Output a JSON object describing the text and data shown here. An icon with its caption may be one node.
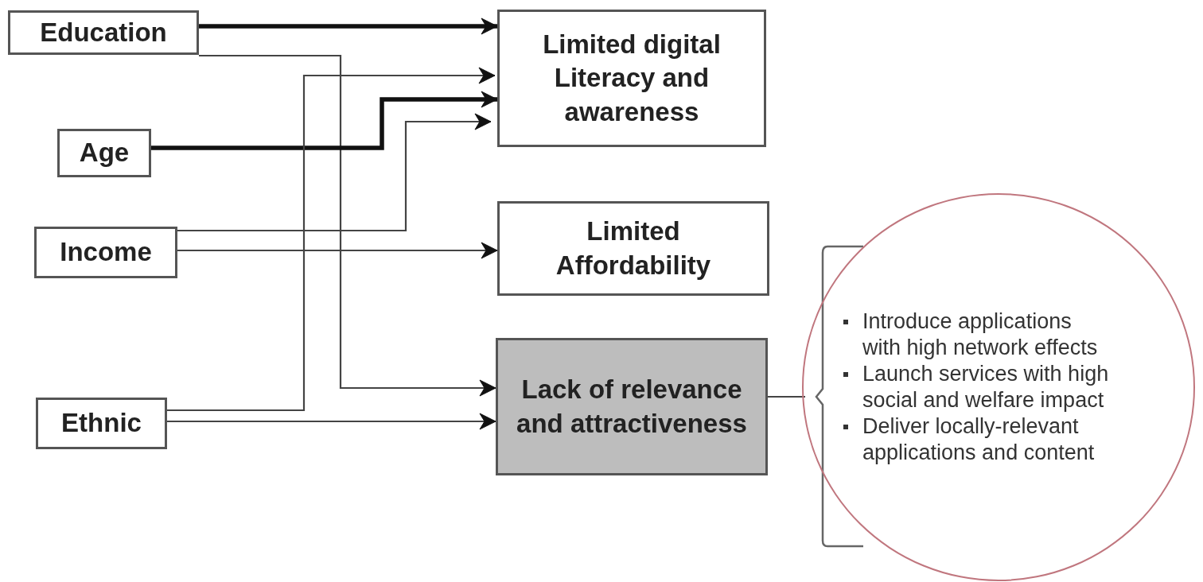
{
  "diagram": {
    "nodes": [
      {
        "text": [
          "Education"
        ]
      },
      {
        "text": [
          "Age"
        ]
      },
      {
        "text": [
          "Income"
        ]
      },
      {
        "text": [
          "Ethnic"
        ]
      },
      {
        "text": [
          "Limited digital Literacy and awareness"
        ]
      },
      {
        "text": [
          "Limited Affordability"
        ]
      },
      {
        "text": [
          "Lack of relevance and attractiveness"
        ]
      },
      {
        "text": [
          "Introduce applications with high network effects",
          "Launch services with high social and welfare impact",
          "Deliver locally-relevant applications and content"
        ]
      }
    ],
    "edges": [
      {
        "from": 0,
        "to": 4,
        "arrow": "to",
        "style": "thick"
      },
      {
        "from": 0,
        "to": 6,
        "arrow": "to"
      },
      {
        "from": 1,
        "to": 4,
        "arrow": "to",
        "style": "thick"
      },
      {
        "from": 2,
        "to": 4,
        "arrow": "to"
      },
      {
        "from": 2,
        "to": 5,
        "arrow": "to"
      },
      {
        "from": 3,
        "to": 4,
        "arrow": "to"
      },
      {
        "from": 3,
        "to": 6,
        "arrow": "to"
      },
      {
        "from": 6,
        "to": 7,
        "arrow": "none"
      }
    ]
  }
}
